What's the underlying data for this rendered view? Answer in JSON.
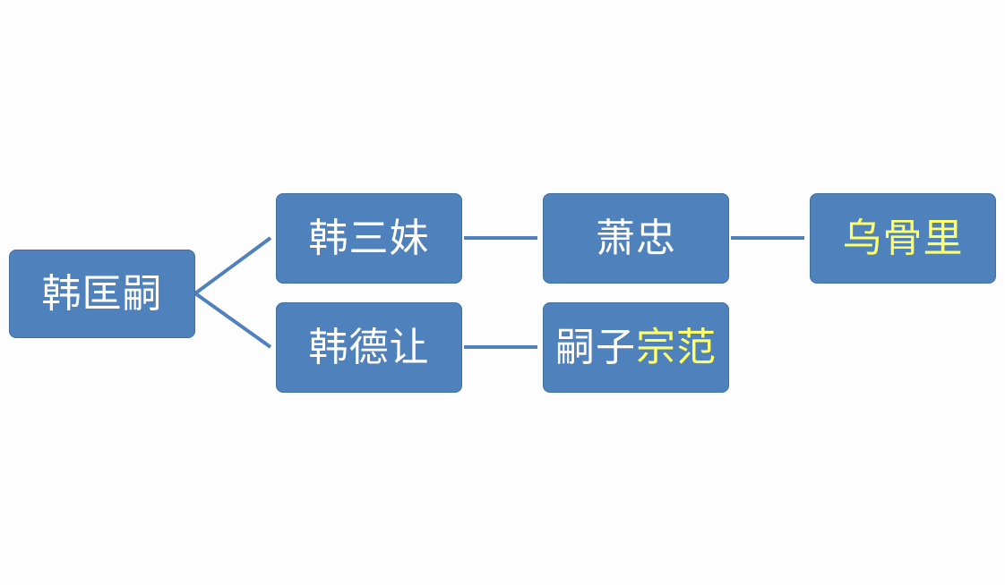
{
  "diagram": {
    "colors": {
      "node_fill": "#4f81bd",
      "node_border": "#41709f",
      "node_text": "#ffffff",
      "highlight_text": "#ffff66",
      "connector": "#4f81bd",
      "background": "#fdfdfe"
    },
    "nodes": {
      "root": {
        "label": "韩匡嗣"
      },
      "sanmei": {
        "label": "韩三妹"
      },
      "derang": {
        "label": "韩德让"
      },
      "xiaozhong": {
        "label": "萧忠"
      },
      "wuguli": {
        "label": "乌骨里",
        "highlighted": true
      },
      "sizi": {
        "label_plain": "嗣子",
        "label_highlight": "宗范"
      }
    },
    "edges": [
      {
        "from": "root",
        "to": "sanmei"
      },
      {
        "from": "root",
        "to": "derang"
      },
      {
        "from": "sanmei",
        "to": "xiaozhong"
      },
      {
        "from": "xiaozhong",
        "to": "wuguli"
      },
      {
        "from": "derang",
        "to": "sizi"
      }
    ]
  }
}
